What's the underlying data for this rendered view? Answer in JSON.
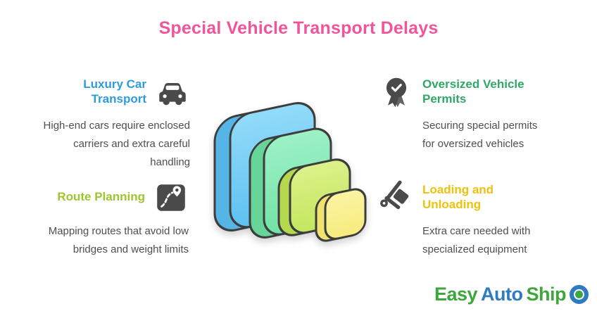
{
  "title": {
    "text": "Special Vehicle Transport Delays",
    "color": "#f0549b"
  },
  "sections": [
    {
      "id": "luxury-car-transport",
      "icon": "car-icon",
      "heading": "Luxury Car Transport",
      "heading_color": "#2d9cdb",
      "body": "High-end cars require enclosed carriers and extra careful handling"
    },
    {
      "id": "oversized-vehicle-permits",
      "icon": "certificate-icon",
      "heading": "Oversized Vehicle Permits",
      "heading_color": "#2fa867",
      "body": "Securing special permits for oversized vehicles"
    },
    {
      "id": "route-planning",
      "icon": "map-route-icon",
      "heading": "Route Planning",
      "heading_color": "#9dc62d",
      "body": "Mapping routes that avoid low bridges and weight limits"
    },
    {
      "id": "loading-and-unloading",
      "icon": "hand-truck-icon",
      "heading": "Loading and Unloading",
      "heading_color": "#eec20c",
      "body": "Extra care needed with specialized equipment"
    }
  ],
  "diagram": {
    "description": "isometric stack of four rounded squares, large to small",
    "layers": [
      {
        "name": "layer-blue",
        "front_color": "#6fc9f2",
        "side_color": "#54b5e6"
      },
      {
        "name": "layer-mint",
        "front_color": "#86e9b5",
        "side_color": "#67d49a"
      },
      {
        "name": "layer-lime",
        "front_color": "#cbe96e",
        "side_color": "#b4d94e"
      },
      {
        "name": "layer-yellow",
        "front_color": "#f9ee8f",
        "side_color": "#efe26e"
      }
    ],
    "outline_color": "#3d3d3d"
  },
  "logo": {
    "parts": [
      {
        "text": "Easy",
        "color": "#3ea63c"
      },
      {
        "text": "Auto",
        "color": "#2e7bc4"
      },
      {
        "text": "Ship",
        "color": "#3ea63c"
      }
    ]
  }
}
